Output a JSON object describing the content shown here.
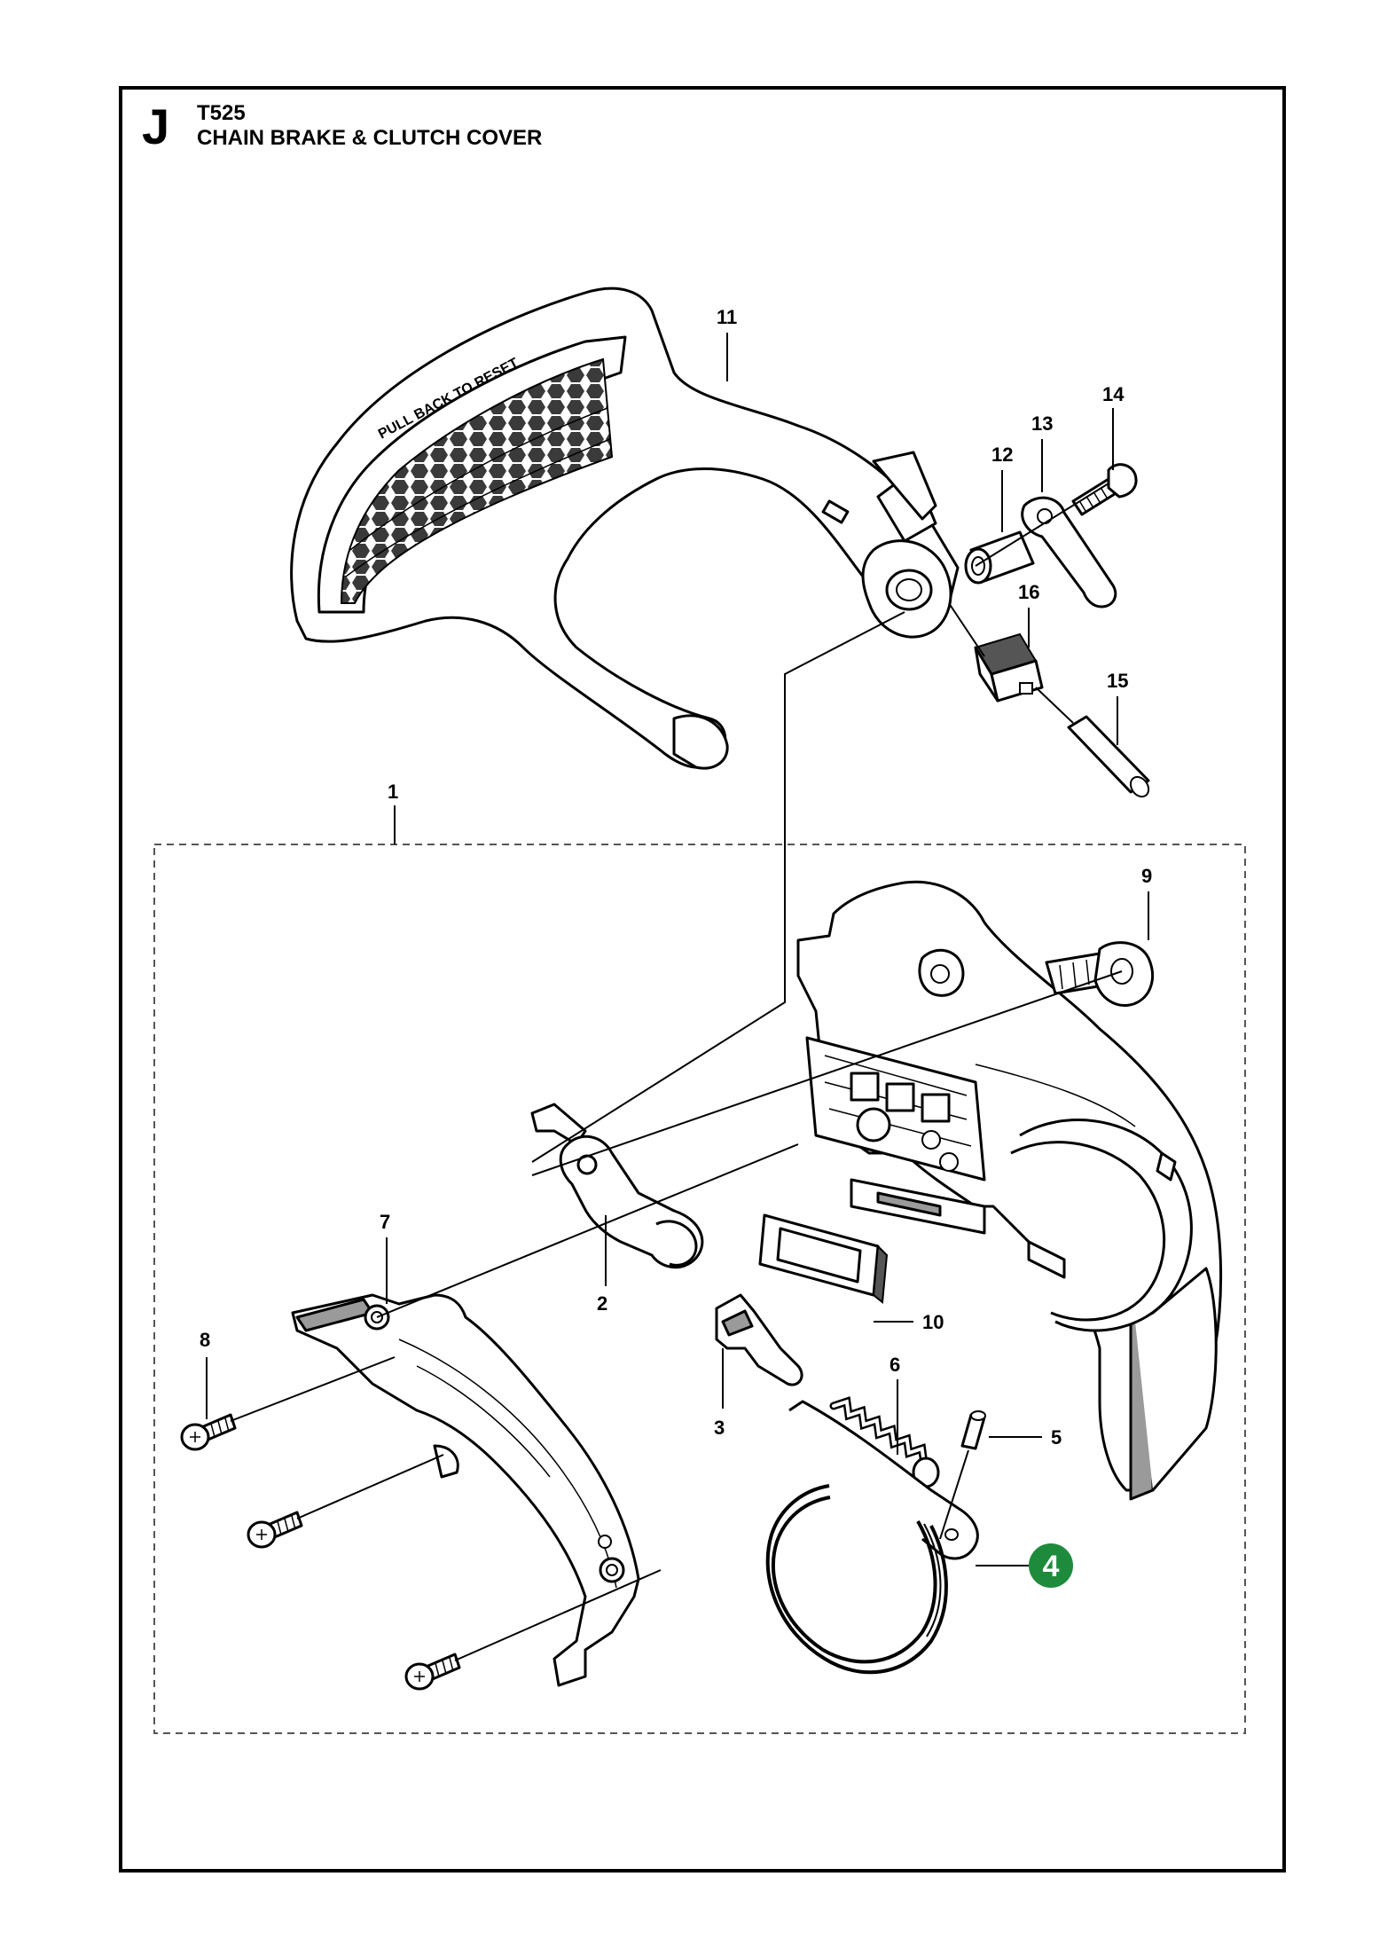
{
  "header": {
    "section_letter": "J",
    "model": "T525",
    "title": "CHAIN BRAKE & CLUTCH COVER"
  },
  "handle_text": "PULL BACK TO RESET",
  "highlight_color": "#1e8a3c",
  "callouts": [
    {
      "id": "1",
      "label": "1"
    },
    {
      "id": "2",
      "label": "2"
    },
    {
      "id": "3",
      "label": "3"
    },
    {
      "id": "4",
      "label": "4",
      "highlighted": true
    },
    {
      "id": "5",
      "label": "5"
    },
    {
      "id": "6",
      "label": "6"
    },
    {
      "id": "7",
      "label": "7"
    },
    {
      "id": "8",
      "label": "8"
    },
    {
      "id": "9",
      "label": "9"
    },
    {
      "id": "10",
      "label": "10"
    },
    {
      "id": "11",
      "label": "11"
    },
    {
      "id": "12",
      "label": "12"
    },
    {
      "id": "13",
      "label": "13"
    },
    {
      "id": "14",
      "label": "14"
    },
    {
      "id": "15",
      "label": "15"
    },
    {
      "id": "16",
      "label": "16"
    }
  ]
}
